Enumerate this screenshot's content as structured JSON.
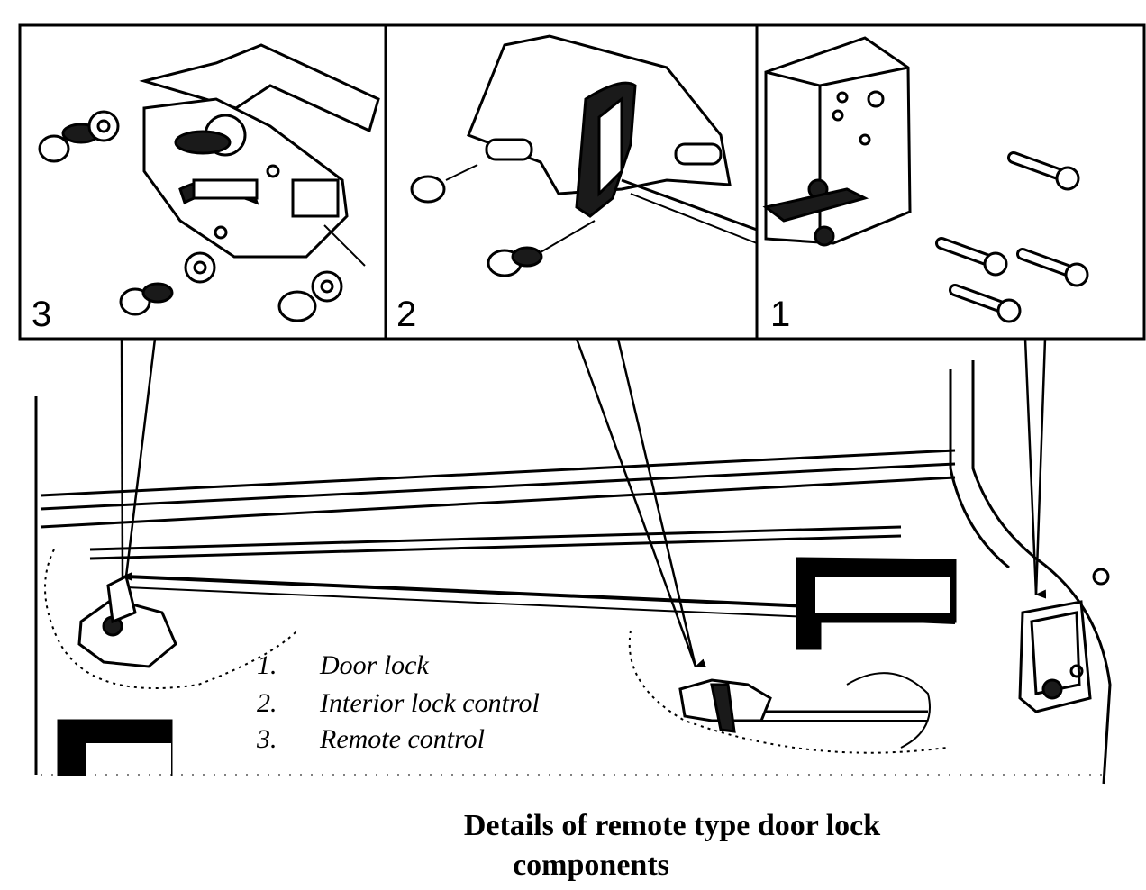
{
  "panels": [
    {
      "number": "3",
      "component": "remote control"
    },
    {
      "number": "2",
      "component": "interior lock control"
    },
    {
      "number": "1",
      "component": "door lock"
    }
  ],
  "legend": [
    {
      "num": "1.",
      "label": "Door lock"
    },
    {
      "num": "2.",
      "label": "Interior lock control"
    },
    {
      "num": "3.",
      "label": "Remote control"
    }
  ],
  "caption": {
    "line1": "Details of remote type door lock",
    "line2": "components"
  },
  "colors": {
    "ink": "#000000",
    "paper": "#ffffff",
    "shade": "#1a1a1a"
  }
}
